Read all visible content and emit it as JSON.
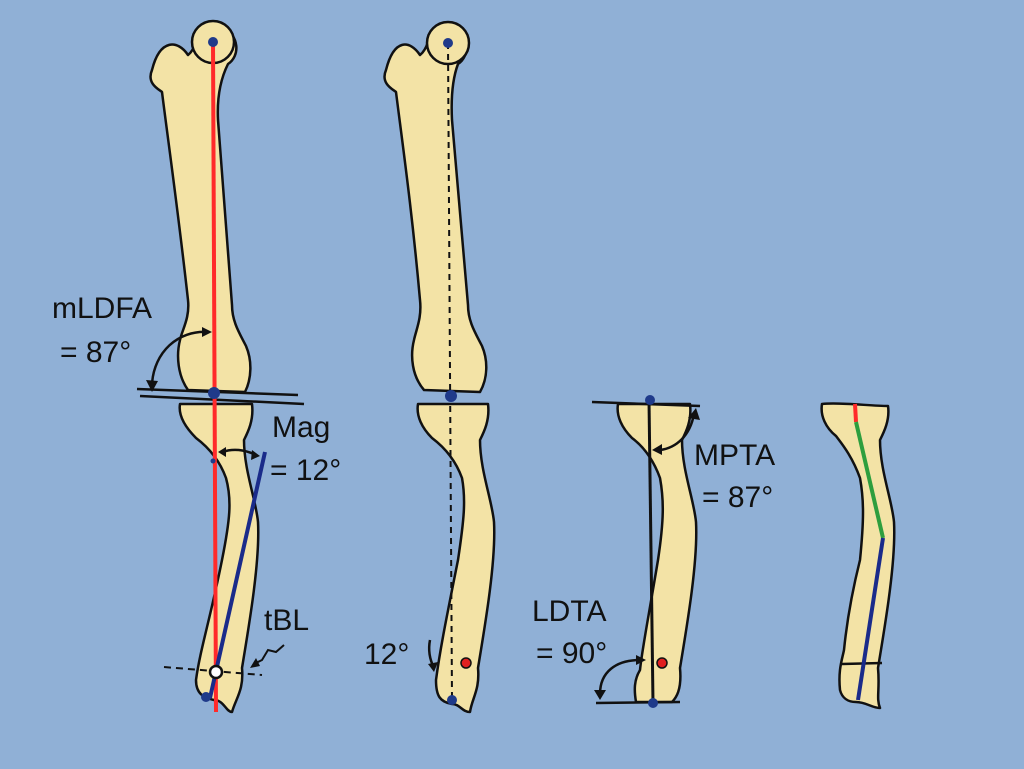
{
  "labels": {
    "mldfa_name": "mLDFA",
    "mldfa_value": "= 87°",
    "mag_name": "Mag",
    "mag_value": "= 12°",
    "tbl_name": "tBL",
    "angle_12": "12°",
    "mpta_name": "MPTA",
    "mpta_value": "= 87°",
    "ldta_name": "LDTA",
    "ldta_value": "= 90°"
  },
  "colors": {
    "background": "#90b0d6",
    "bone_fill": "#f3e3a6",
    "mechanical_axis": "#ff2a2a",
    "tibial_shaft_line": "#1a2b8a",
    "green_segment": "#2e9e3e",
    "point_blue": "#1f3a8a",
    "point_red": "#e02020"
  }
}
